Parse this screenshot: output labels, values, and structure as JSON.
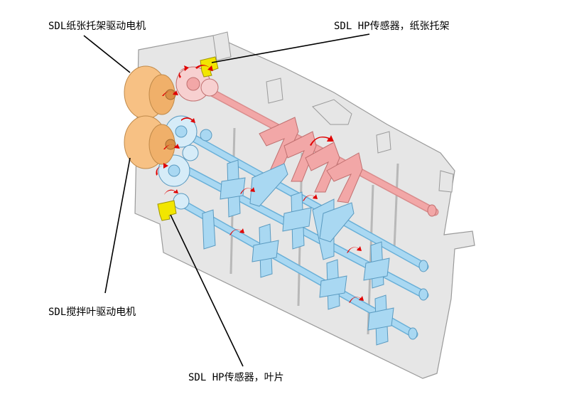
{
  "labels": {
    "paper_support_motor": "SDL纸张托架驱动电机",
    "paper_support_hp_sensor": "SDL HP传感器，纸张托架",
    "paddle_motor": "SDL搅拌叶驱动电机",
    "paddle_hp_sensor": "SDL HP传感器，叶片"
  },
  "colors": {
    "frame": "#e6e6e6",
    "frame_stroke": "#9a9a9a",
    "paper_support_shaft": "#f2a7a7",
    "paddle_shaft": "#a9d8f2",
    "motor": "#f7c184",
    "sensor": "#f2e600",
    "arrow": "#e00000"
  }
}
